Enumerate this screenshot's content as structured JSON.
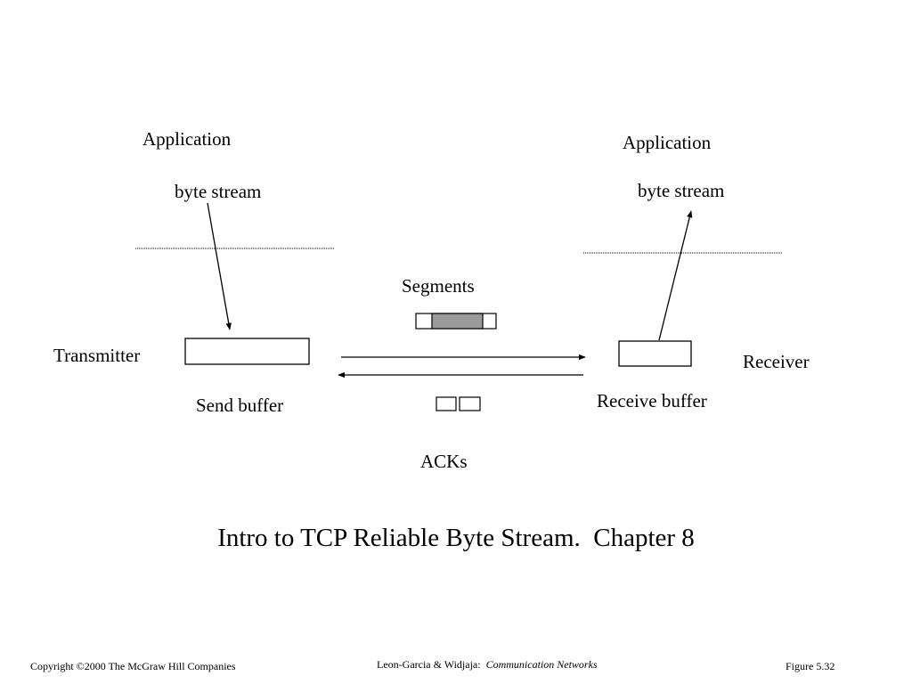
{
  "sender": {
    "application": "Application",
    "byte_stream": "byte stream",
    "role": "Transmitter",
    "buffer": "Send buffer"
  },
  "receiver": {
    "application": "Application",
    "byte_stream": "byte stream",
    "role": "Receiver",
    "buffer": "Receive buffer"
  },
  "channel": {
    "segments": "Segments",
    "acks": "ACKs"
  },
  "caption": "Intro to TCP Reliable Byte Stream.  Chapter 8",
  "footer": {
    "copyright": "Copyright ©2000 The McGraw Hill Companies",
    "authors": "Leon-Garcia & Widjaja:",
    "book": "Communication Networks",
    "figure": "Figure 5.32"
  },
  "colors": {
    "stroke": "#000000",
    "segment_fill": "#9a9a9a"
  }
}
